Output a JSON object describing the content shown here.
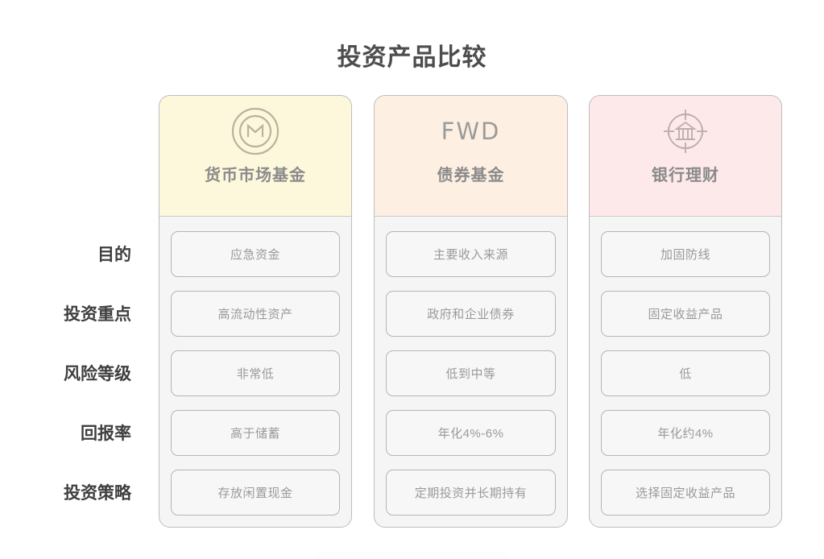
{
  "title": "投资产品比较",
  "row_labels": [
    "目的",
    "投资重点",
    "风险等级",
    "回报率",
    "投资策略"
  ],
  "columns": [
    {
      "id": "money-market-fund",
      "title": "货币市场基金",
      "header_color": "#fdf8dc",
      "logo_type": "icon",
      "logo_icon": "coin-m-icon",
      "logo_text": "",
      "cells": [
        "应急资金",
        "高流动性资产",
        "非常低",
        "高于储蓄",
        "存放闲置现金"
      ]
    },
    {
      "id": "bond-fund",
      "title": "债券基金",
      "header_color": "#fdefe2",
      "logo_type": "wordmark",
      "logo_icon": "fwd-wordmark",
      "logo_text": "FWD",
      "cells": [
        "主要收入来源",
        "政府和企业债券",
        "低到中等",
        "年化4%-6%",
        "定期投资并长期持有"
      ]
    },
    {
      "id": "bank-wealth-management",
      "title": "银行理财",
      "header_color": "#fde9e9",
      "logo_type": "icon",
      "logo_icon": "bank-target-icon",
      "logo_text": "",
      "cells": [
        "加固防线",
        "固定收益产品",
        "低",
        "年化约4%",
        "选择固定收益产品"
      ]
    }
  ],
  "colors": {
    "background": "#ffffff",
    "title_text": "#4d4d4d",
    "row_label_text": "#3f3f3f",
    "card_border": "#bdbdbd",
    "card_body": "#f5f5f5",
    "cell_border": "#b5b5b5",
    "cell_bg": "#f7f7f7",
    "cell_text": "#9a9a9a",
    "card_title_text": "#8b8b8b",
    "logo_stroke": "#b9b2a0"
  }
}
